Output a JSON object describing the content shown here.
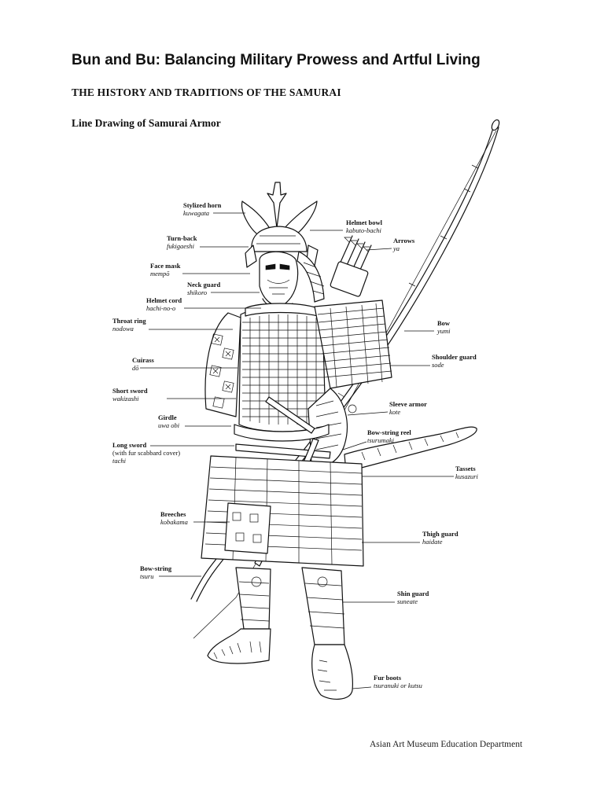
{
  "header": {
    "title": "Bun and Bu: Balancing Military Prowess and Artful Living",
    "subtitle": "THE HISTORY AND TRADITIONS OF THE SAMURAI",
    "section_heading": "Line Drawing of Samurai Armor"
  },
  "labels": {
    "stylized_horn": {
      "en": "Stylized horn",
      "jp": "kuwagata"
    },
    "turn_back": {
      "en": "Turn-back",
      "jp": "fukigaeshi"
    },
    "face_mask": {
      "en": "Face mask",
      "jp": "mempō"
    },
    "neck_guard": {
      "en": "Neck guard",
      "jp": "shikoro"
    },
    "helmet_cord": {
      "en": "Helmet cord",
      "jp": "hachi-no-o"
    },
    "throat_ring": {
      "en": "Throat ring",
      "jp": "nodowa"
    },
    "cuirass": {
      "en": "Cuirass",
      "jp": "dō"
    },
    "short_sword": {
      "en": "Short sword",
      "jp": "wakizashi"
    },
    "girdle": {
      "en": "Girdle",
      "jp": "uwa obi"
    },
    "long_sword": {
      "en": "Long sword",
      "en2": "(with fur scabbard cover)",
      "jp": "tachi"
    },
    "breeches": {
      "en": "Breeches",
      "jp": "kobakama"
    },
    "bow_string": {
      "en": "Bow-string",
      "jp": "tsuru"
    },
    "helmet_bowl": {
      "en": "Helmet bowl",
      "jp": "kabuto-bachi"
    },
    "arrows": {
      "en": "Arrows",
      "jp": "ya"
    },
    "bow": {
      "en": "Bow",
      "jp": "yumi"
    },
    "shoulder_guard": {
      "en": "Shoulder guard",
      "jp": "sode"
    },
    "sleeve_armor": {
      "en": "Sleeve armor",
      "jp": "kote"
    },
    "bow_string_reel": {
      "en": "Bow-string reel",
      "jp": "tsurumaki"
    },
    "tassets": {
      "en": "Tassets",
      "jp": "kusazuri"
    },
    "thigh_guard": {
      "en": "Thigh guard",
      "jp": "haidate"
    },
    "shin_guard": {
      "en": "Shin guard",
      "jp": "suneate"
    },
    "fur_boots": {
      "en": "Fur boots",
      "jp": "tsuranuki or kutsu"
    }
  },
  "footer": {
    "text": "Asian Art Museum Education Department"
  }
}
